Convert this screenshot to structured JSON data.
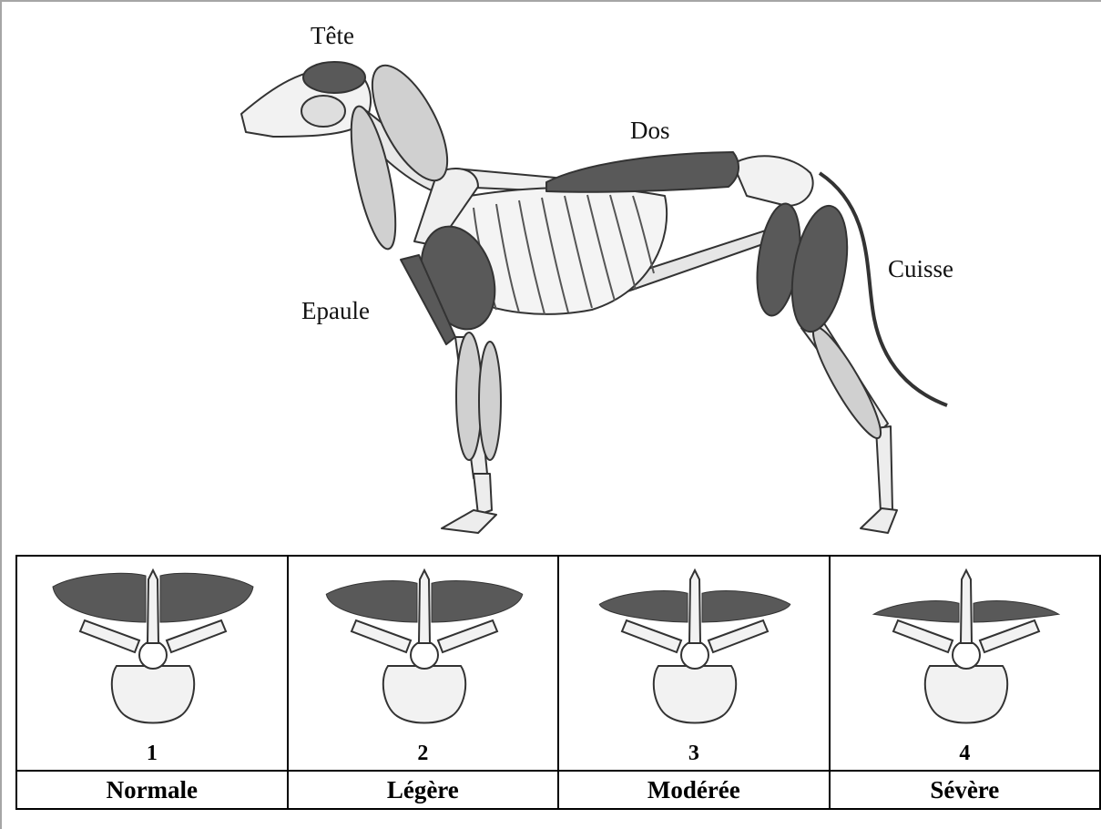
{
  "labels": {
    "tete": "Tête",
    "dos": "Dos",
    "cuisse": "Cuisse",
    "epaule": "Epaule"
  },
  "grades": [
    {
      "number": "1",
      "name": "Normale",
      "muscle_level": 1.0
    },
    {
      "number": "2",
      "name": "Légère",
      "muscle_level": 0.85
    },
    {
      "number": "3",
      "name": "Modérée",
      "muscle_level": 0.65
    },
    {
      "number": "4",
      "name": "Sévère",
      "muscle_level": 0.45
    }
  ],
  "colors": {
    "muscle": "#595959",
    "bone": "#f2f2f2",
    "outline": "#333333",
    "light_muscle": "#d0d0d0"
  }
}
